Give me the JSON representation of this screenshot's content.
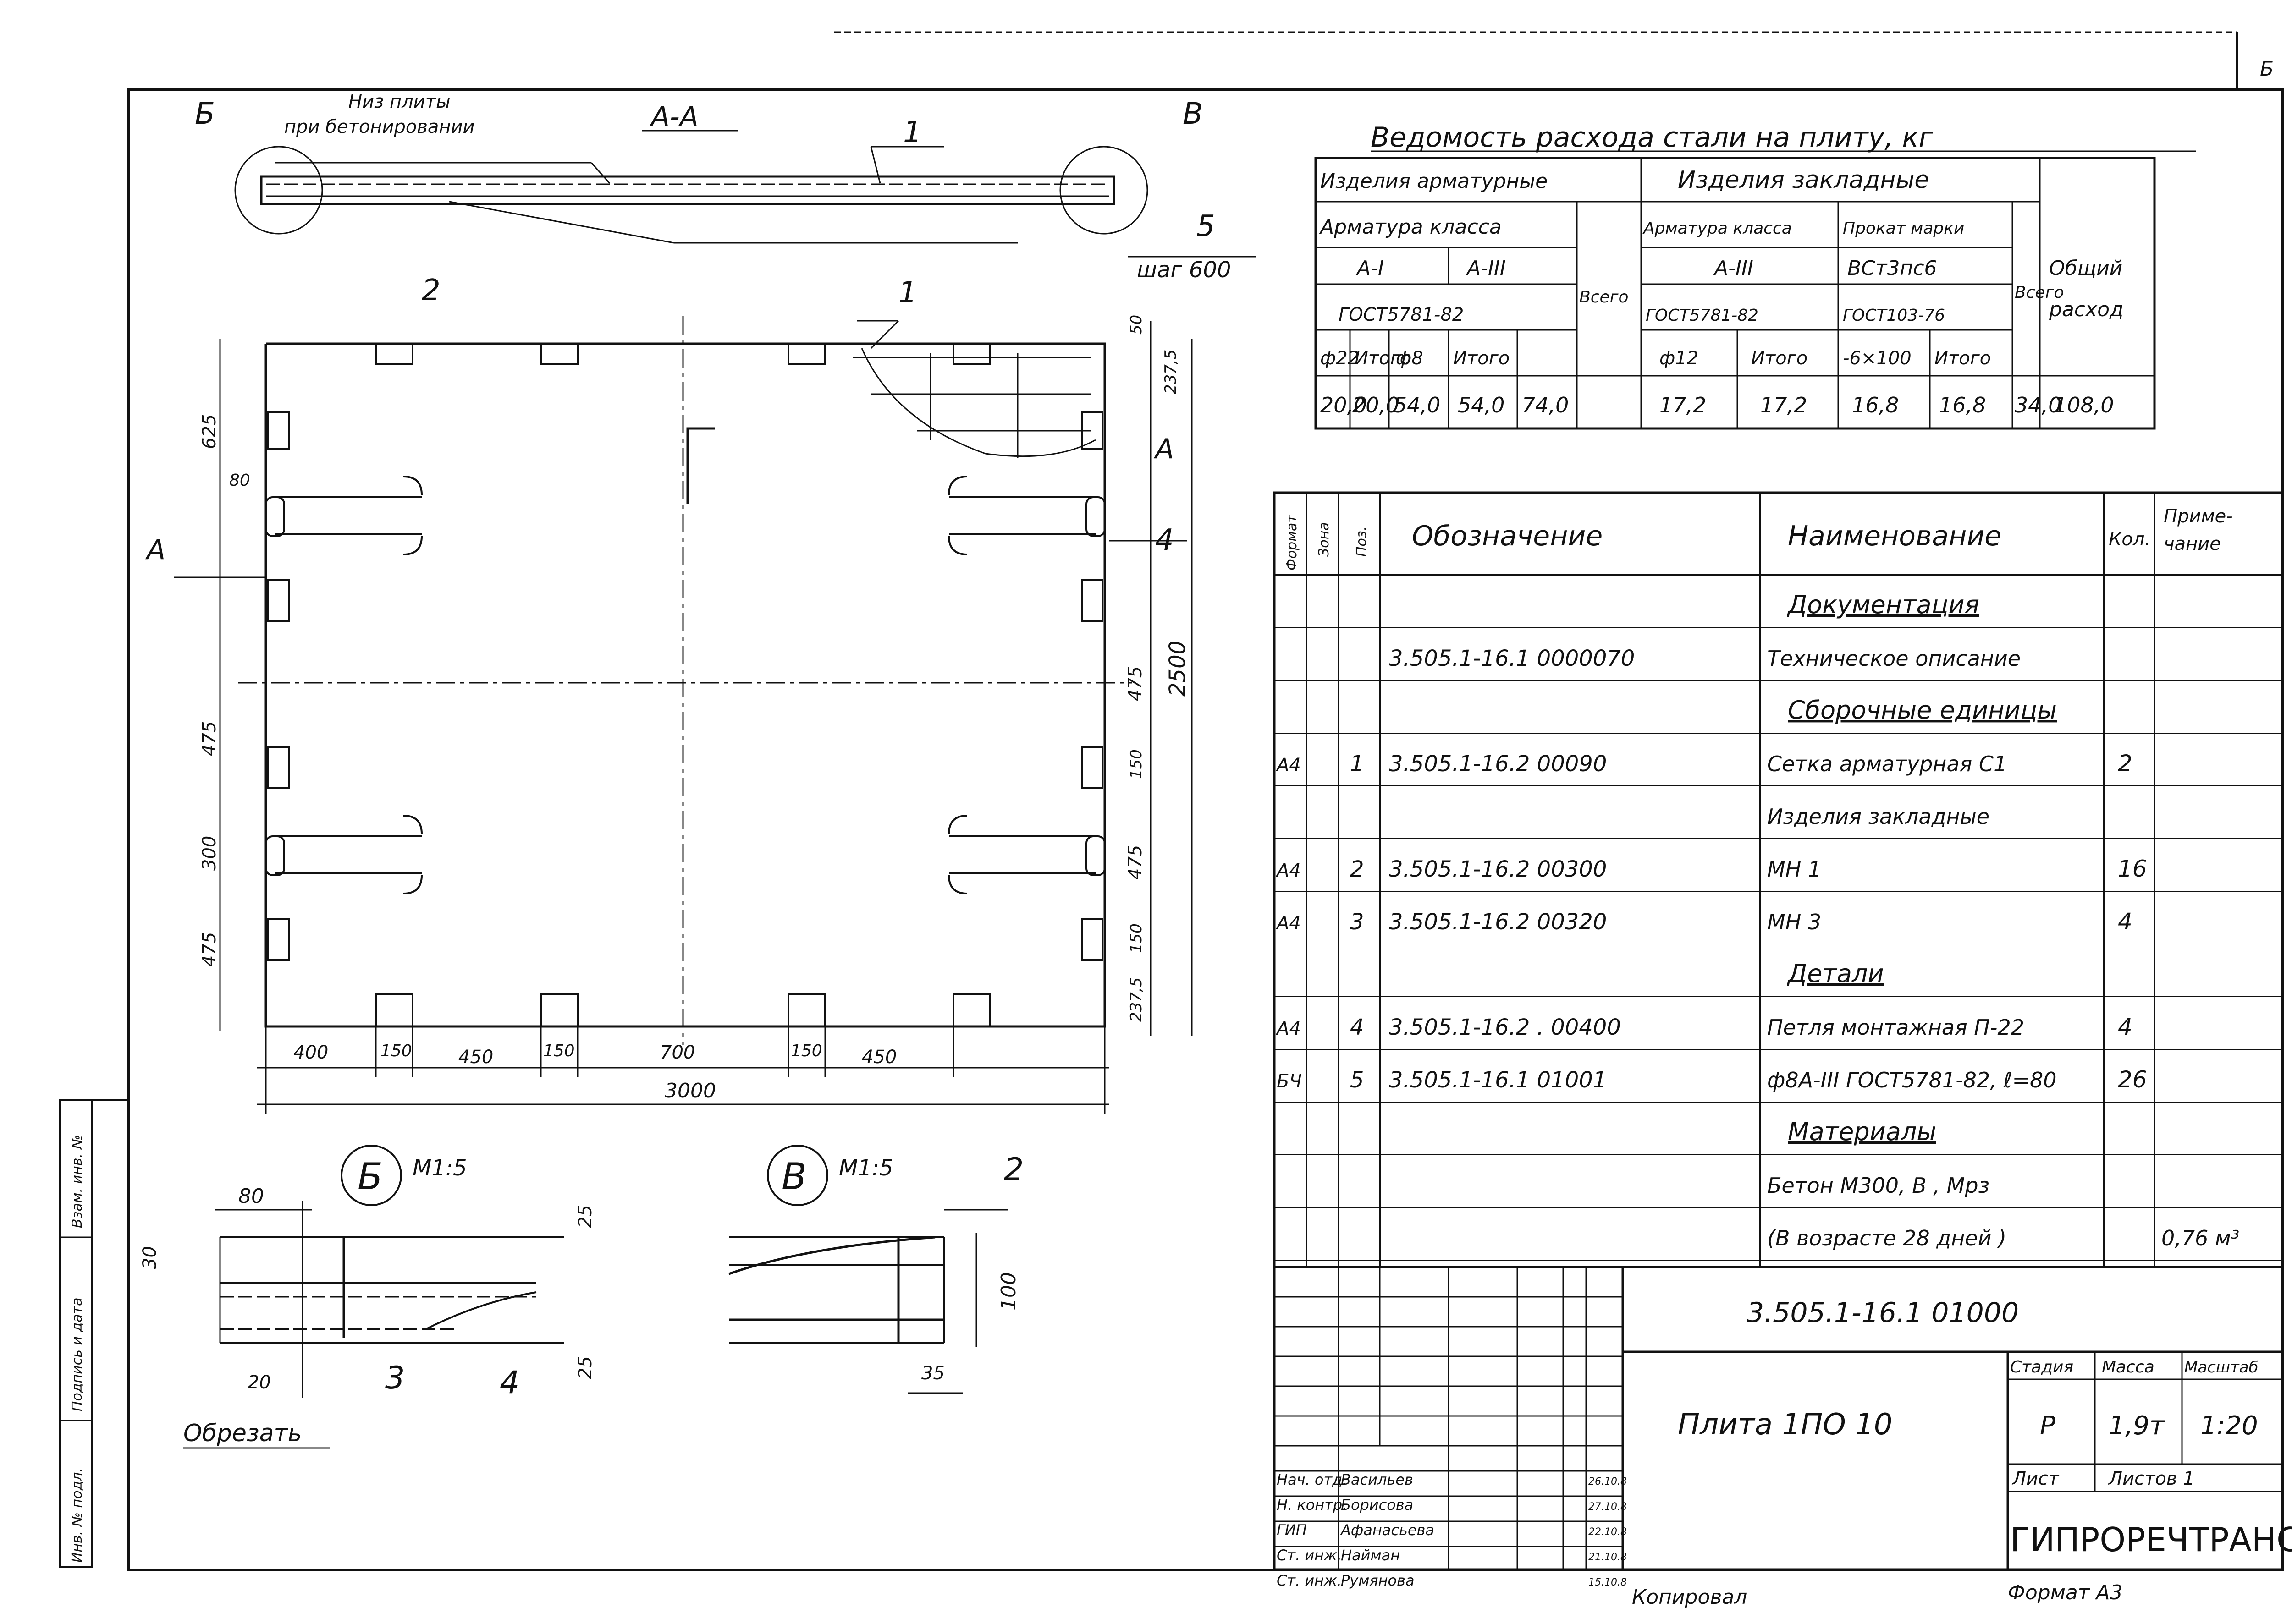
{
  "sheet": {
    "corner_mark": "Б",
    "title_code": "3.505.1-16.1   01000",
    "title_name": "Плита 1ПО 10",
    "stage_label": "Стадия",
    "mass_label": "Масса",
    "scale_label": "Масштаб",
    "stage": "Р",
    "mass": "1,9т",
    "scale": "1:20",
    "sheet_label": "Лист",
    "sheets_label": "Листов 1",
    "org": "ГИПРОРЕЧТРАНС",
    "copied_by": "Копировал",
    "format": "Формат А3",
    "margin_stamps": [
      "Инв. № подл.",
      "Подпись и дата",
      "Взам. инв. №"
    ],
    "signers": [
      {
        "role": "Нач. отд.",
        "name": "Васильев",
        "date": "26.10.8"
      },
      {
        "role": "Н. контр.",
        "name": "Борисова",
        "date": "27.10.8"
      },
      {
        "role": "ГИП",
        "name": "Афанасьева",
        "date": "22.10.8"
      },
      {
        "role": "Ст. инж.",
        "name": "Найман",
        "date": "21.10.8"
      },
      {
        "role": "Ст. инж.",
        "name": "Румянова",
        "date": "15.10.8"
      }
    ]
  },
  "section_aa": {
    "title": "А-А",
    "note_line1": "Низ плиты",
    "note_line2": "при бетонировании",
    "callout_b": "Б",
    "callout_v": "В",
    "pos1": "1",
    "pos5": "5",
    "step": "шаг 600"
  },
  "plan": {
    "pos2": "2",
    "pos1": "1",
    "pos4": "4",
    "cut_label": "А",
    "bottom_dims": [
      "400",
      "150",
      "450",
      "150",
      "700",
      "150",
      "450"
    ],
    "total_width": "3000",
    "left_dims": [
      "625",
      "80",
      "475",
      "300",
      "475"
    ],
    "right_dims": [
      "50",
      "237,5",
      "475",
      "150",
      "475",
      "150",
      "237,5"
    ],
    "overall_height": "2500"
  },
  "detail_b": {
    "label": "Б",
    "scale": "М1:5",
    "dims": [
      "80",
      "30",
      "25",
      "25",
      "20"
    ],
    "pos3": "3",
    "pos4": "4",
    "cut_note": "Обрезать"
  },
  "detail_v": {
    "label": "В",
    "scale": "М1:5",
    "pos2": "2",
    "dims": [
      "100",
      "35"
    ]
  },
  "steel_table": {
    "title": "Ведомость расхода стали на плиту,  кг",
    "h_rebar_products": "Изделия арматурные",
    "h_embedded": "Изделия закладные",
    "h_rebar_class": "Арматура класса",
    "h_a1": "А-I",
    "h_a3": "А-III",
    "h_gost_rebar": "ГОСТ5781-82",
    "h_total": "Всего",
    "h_emb_rebar_class": "Арматура класса",
    "h_emb_a3": "А-III",
    "h_emb_gost": "ГОСТ5781-82",
    "h_rolled": "Прокат марки",
    "h_rolled_grade": "ВСт3пс6",
    "h_rolled_gost": "ГОСТ103-76",
    "h_general": "Общий",
    "h_general2": "расход",
    "cols": [
      "ф22",
      "Итого",
      "ф8",
      "Итого",
      "ф12",
      "Итого",
      "-6×100",
      "Итого"
    ],
    "values": [
      "20,0",
      "20,0",
      "54,0",
      "54,0",
      "74,0",
      "17,2",
      "17,2",
      "16,8",
      "16,8",
      "34,0",
      "108,0"
    ]
  },
  "spec": {
    "headers": {
      "format": "Формат",
      "zone": "Зона",
      "pos": "Поз.",
      "designation": "Обозначение",
      "name": "Наименование",
      "qty": "Кол.",
      "note": "Приме-\nчание"
    },
    "rows": [
      {
        "kind": "section",
        "name": "Документация"
      },
      {
        "kind": "item",
        "format": "",
        "pos": "",
        "designation": "3.505.1-16.1    0000070",
        "name": "Техническое описание",
        "qty": "",
        "note": ""
      },
      {
        "kind": "section",
        "name": "Сборочные единицы"
      },
      {
        "kind": "item",
        "format": "А4",
        "pos": "1",
        "designation": "3.505.1-16.2    00090",
        "name": "Сетка арматурная С1",
        "qty": "2",
        "note": ""
      },
      {
        "kind": "item",
        "format": "",
        "pos": "",
        "designation": "",
        "name": "Изделия закладные",
        "qty": "",
        "note": ""
      },
      {
        "kind": "item",
        "format": "А4",
        "pos": "2",
        "designation": "3.505.1-16.2    00300",
        "name": "МН 1",
        "qty": "16",
        "note": ""
      },
      {
        "kind": "item",
        "format": "А4",
        "pos": "3",
        "designation": "3.505.1-16.2    00320",
        "name": "МН 3",
        "qty": "4",
        "note": ""
      },
      {
        "kind": "section",
        "name": "Детали"
      },
      {
        "kind": "item",
        "format": "А4",
        "pos": "4",
        "designation": "3.505.1-16.2 .  00400",
        "name": "Петля монтажная П-22",
        "qty": "4",
        "note": ""
      },
      {
        "kind": "item",
        "format": "БЧ",
        "pos": "5",
        "designation": "3.505.1-16.1    01001",
        "name": "ф8А-III ГОСТ5781-82, ℓ=80",
        "qty": "26",
        "note": ""
      },
      {
        "kind": "section",
        "name": "Материалы"
      },
      {
        "kind": "item",
        "format": "",
        "pos": "",
        "designation": "",
        "name": "Бетон М300, В   , Мрз",
        "qty": "",
        "note": ""
      },
      {
        "kind": "item",
        "format": "",
        "pos": "",
        "designation": "",
        "name": "(В возрасте 28 дней )",
        "qty": "",
        "note": "0,76 м³"
      }
    ]
  }
}
